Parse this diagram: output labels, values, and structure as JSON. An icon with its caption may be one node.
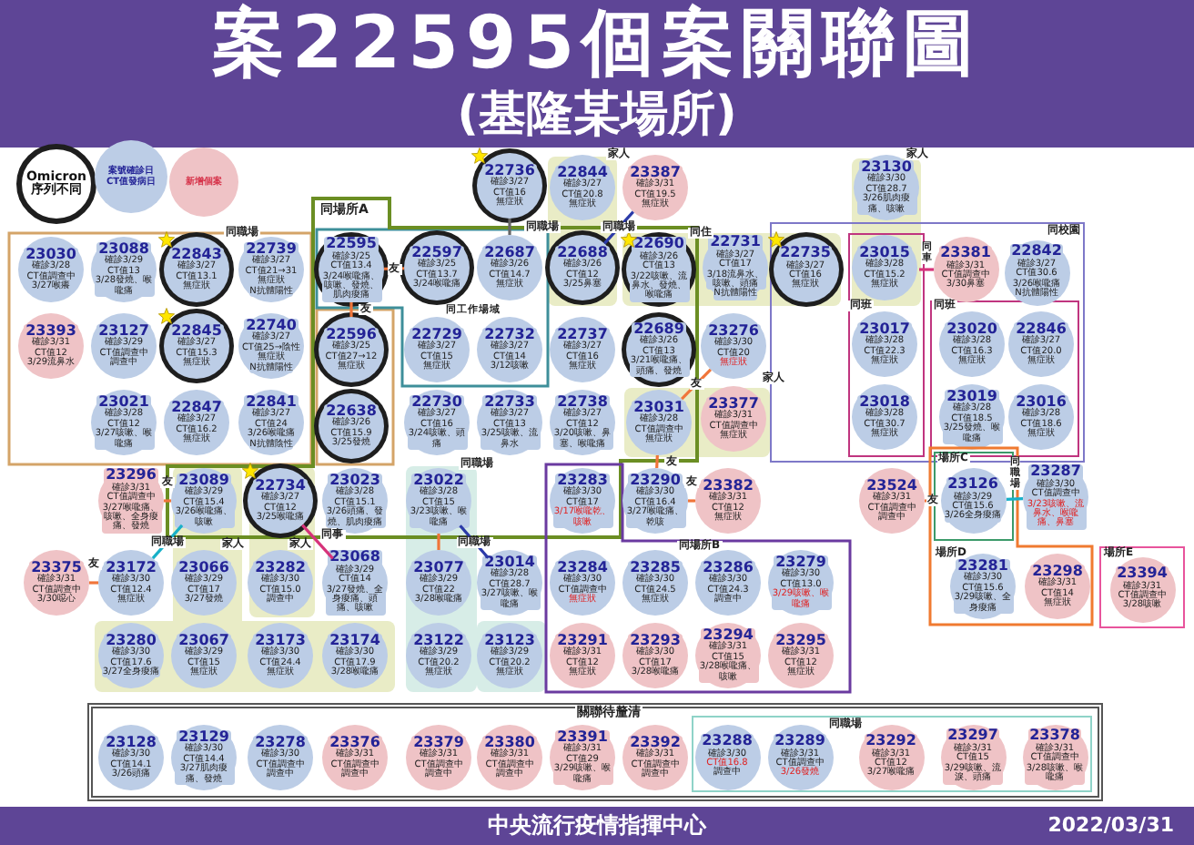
{
  "diagram": {
    "title": "案22595個案關聯圖",
    "nodes": [
      {
        "text": [
          "同場所A"
        ]
      },
      {
        "text": [
          "同校園"
        ]
      },
      {
        "text": [
          "同班"
        ],
        "in": 1
      },
      {
        "text": [
          "同班"
        ],
        "in": 1
      },
      {
        "text": [
          "場所D"
        ]
      },
      {
        "text": [
          "場所C"
        ],
        "in": 4
      },
      {
        "text": [
          "場所E"
        ]
      },
      {
        "text": [
          "同場所B"
        ]
      },
      {
        "text": [
          "關聯待釐清"
        ]
      },
      {
        "text": [
          "同職場"
        ],
        "in": 8
      },
      {
        "text": [
          "22736",
          "確診3/27",
          "CT值16",
          "無症狀"
        ]
      },
      {
        "text": [
          "22844",
          "確診3/27",
          "CT值20.8",
          "無症狀"
        ]
      },
      {
        "text": [
          "23387",
          "確診3/31",
          "CT值19.5",
          "無症狀"
        ]
      },
      {
        "text": [
          "23130",
          "確診3/30",
          "CT值28.7",
          "3/26肌肉痠痛、咳嗽"
        ]
      },
      {
        "text": [
          "23030",
          "確診3/28",
          "CT值調查中",
          "3/27喉癢"
        ]
      },
      {
        "text": [
          "23088",
          "確診3/29",
          "CT值13",
          "3/28發燒、喉嚨痛"
        ]
      },
      {
        "text": [
          "22843",
          "確診3/27",
          "CT值13.1",
          "無症狀"
        ]
      },
      {
        "text": [
          "22739",
          "確診3/27",
          "CT值21→31",
          "無症狀",
          "N抗體陽性"
        ]
      },
      {
        "text": [
          "22595",
          "確診3/25",
          "CT值13.4",
          "3/24喉嚨痛、咳嗽、發燒、肌肉痠痛"
        ],
        "in": 0
      },
      {
        "text": [
          "22597",
          "確診3/25",
          "CT值13.7",
          "3/24喉嚨痛"
        ],
        "in": 0
      },
      {
        "text": [
          "22687",
          "確診3/26",
          "CT值14.7",
          "無症狀"
        ],
        "in": 0
      },
      {
        "text": [
          "22688",
          "確診3/26",
          "CT值12",
          "3/25鼻塞"
        ],
        "in": 0
      },
      {
        "text": [
          "22690",
          "確診3/26",
          "CT值13",
          "3/22咳嗽、流鼻水、發燒、喉嚨痛"
        ],
        "in": 0
      },
      {
        "text": [
          "22731",
          "確診3/27",
          "CT值17",
          "3/18流鼻水、咳嗽、頭痛",
          "N抗體陽性"
        ]
      },
      {
        "text": [
          "22735",
          "確診3/27",
          "CT值16",
          "無症狀"
        ],
        "in": 1
      },
      {
        "text": [
          "23015",
          "確診3/28",
          "CT值15.2",
          "無症狀"
        ],
        "in": 2
      },
      {
        "text": [
          "23381",
          "確診3/31",
          "CT值調查中",
          "3/30鼻塞"
        ],
        "in": 1
      },
      {
        "text": [
          "22842",
          "確診3/27",
          "CT值30.6",
          "3/26喉嚨痛",
          "N抗體陽性"
        ],
        "in": 1
      },
      {
        "text": [
          "23393",
          "確診3/31",
          "CT值12",
          "3/29流鼻水"
        ]
      },
      {
        "text": [
          "23127",
          "確診3/29",
          "CT值調查中",
          "調查中"
        ]
      },
      {
        "text": [
          "22845",
          "確診3/27",
          "CT值15.3",
          "無症狀"
        ]
      },
      {
        "text": [
          "22740",
          "確診3/27",
          "CT值25→陰性",
          "無症狀",
          "N抗體陽性"
        ]
      },
      {
        "text": [
          "22596",
          "確診3/25",
          "CT值27→12",
          "無症狀"
        ],
        "in": 0
      },
      {
        "text": [
          "22729",
          "確診3/27",
          "CT值15",
          "無症狀"
        ],
        "in": 0
      },
      {
        "text": [
          "22732",
          "確診3/27",
          "CT值14",
          "3/12咳嗽"
        ],
        "in": 0
      },
      {
        "text": [
          "22737",
          "確診3/27",
          "CT值16",
          "無症狀"
        ],
        "in": 0
      },
      {
        "text": [
          "22689",
          "確診3/26",
          "CT值13",
          "3/21喉嚨痛、頭痛、發燒"
        ],
        "in": 0
      },
      {
        "text": [
          "23276",
          "確診3/30",
          "CT值20",
          "無症狀"
        ]
      },
      {
        "text": [
          "23017",
          "確診3/28",
          "CT值22.3",
          "無症狀"
        ],
        "in": 2
      },
      {
        "text": [
          "23020",
          "確診3/28",
          "CT值16.3",
          "無症狀"
        ],
        "in": 3
      },
      {
        "text": [
          "22846",
          "確診3/27",
          "CT值20.0",
          "無症狀"
        ],
        "in": 3
      },
      {
        "text": [
          "23021",
          "確診3/28",
          "CT值12",
          "3/27咳嗽、喉嚨痛"
        ]
      },
      {
        "text": [
          "22847",
          "確診3/27",
          "CT值16.2",
          "無症狀"
        ]
      },
      {
        "text": [
          "22841",
          "確診3/27",
          "CT值24",
          "3/26喉嚨痛",
          "N抗體陰性"
        ]
      },
      {
        "text": [
          "22638",
          "確診3/26",
          "CT值15.9",
          "3/25發燒"
        ],
        "in": 0
      },
      {
        "text": [
          "22730",
          "確診3/27",
          "CT值16",
          "3/24咳嗽、頭痛"
        ],
        "in": 0
      },
      {
        "text": [
          "22733",
          "確診3/27",
          "CT值13",
          "3/25咳嗽、流鼻水"
        ],
        "in": 0
      },
      {
        "text": [
          "22738",
          "確診3/27",
          "CT值12",
          "3/20咳嗽、鼻塞、喉嚨痛"
        ],
        "in": 0
      },
      {
        "text": [
          "23031",
          "確診3/28",
          "CT值調查中",
          "無症狀"
        ],
        "in": 0
      },
      {
        "text": [
          "23377",
          "確診3/31",
          "CT值調查中",
          "無症狀"
        ]
      },
      {
        "text": [
          "23018",
          "確診3/28",
          "CT值30.7",
          "無症狀"
        ],
        "in": 2
      },
      {
        "text": [
          "23019",
          "確診3/28",
          "CT值18.5",
          "3/25發燒、喉嚨痛"
        ],
        "in": 3
      },
      {
        "text": [
          "23016",
          "確診3/28",
          "CT值18.6",
          "無症狀"
        ],
        "in": 3
      },
      {
        "text": [
          "23296",
          "確診3/31",
          "CT值調查中",
          "3/27喉嚨痛、咳嗽、全身痠痛、發燒"
        ]
      },
      {
        "text": [
          "23089",
          "確診3/29",
          "CT值15.4",
          "3/26喉嚨痛、咳嗽"
        ],
        "in": 0
      },
      {
        "text": [
          "22734",
          "確診3/27",
          "CT值12",
          "3/25喉嚨痛"
        ],
        "in": 0
      },
      {
        "text": [
          "23023",
          "確診3/28",
          "CT值15.1",
          "3/26頭痛、發燒、肌肉痠痛"
        ],
        "in": 0
      },
      {
        "text": [
          "23022",
          "確診3/28",
          "CT值15",
          "3/23咳嗽、喉嚨痛"
        ],
        "in": 0
      },
      {
        "text": [
          "23283",
          "確診3/30",
          "CT值17",
          "3/17喉嚨乾、咳嗽"
        ]
      },
      {
        "text": [
          "23290",
          "確診3/30",
          "CT值16.4",
          "3/27喉嚨痛、乾咳"
        ]
      },
      {
        "text": [
          "23382",
          "確診3/31",
          "CT值12",
          "無症狀"
        ]
      },
      {
        "text": [
          "23524",
          "確診3/31",
          "CT值調查中",
          "調查中"
        ]
      },
      {
        "text": [
          "23126",
          "確診3/29",
          "CT值15.6",
          "3/26全身痠痛"
        ],
        "in": 5
      },
      {
        "text": [
          "23287",
          "確診3/30",
          "CT值調查中",
          "3/23咳嗽、流鼻水、喉嚨痛、鼻塞"
        ]
      },
      {
        "text": [
          "23375",
          "確診3/31",
          "CT值調查中",
          "3/30噁心"
        ]
      },
      {
        "text": [
          "23172",
          "確診3/30",
          "CT值12.4",
          "無症狀"
        ]
      },
      {
        "text": [
          "23066",
          "確診3/29",
          "CT值17",
          "3/27發燒"
        ]
      },
      {
        "text": [
          "23282",
          "確診3/30",
          "CT值15.0",
          "調查中"
        ]
      },
      {
        "text": [
          "23068",
          "確診3/29",
          "CT值14",
          "3/27發燒、全身痠痛、頭痛、咳嗽"
        ]
      },
      {
        "text": [
          "23077",
          "確診3/29",
          "CT值22",
          "3/28喉嚨痛"
        ]
      },
      {
        "text": [
          "23014",
          "確診3/28",
          "CT值28.7",
          "3/27咳嗽、喉嚨痛"
        ]
      },
      {
        "text": [
          "23284",
          "確診3/30",
          "CT值調查中",
          "無症狀"
        ],
        "in": 7
      },
      {
        "text": [
          "23285",
          "確診3/30",
          "CT值24.5",
          "無症狀"
        ],
        "in": 7
      },
      {
        "text": [
          "23286",
          "確診3/30",
          "CT值24.3",
          "調查中"
        ],
        "in": 7
      },
      {
        "text": [
          "23279",
          "確診3/30",
          "CT值13.0",
          "3/29咳嗽、喉嚨痛"
        ],
        "in": 7
      },
      {
        "text": [
          "23281",
          "確診3/30",
          "CT值15.6",
          "3/29咳嗽、全身痠痛"
        ],
        "in": 4
      },
      {
        "text": [
          "23298",
          "確診3/31",
          "CT值14",
          "無症狀"
        ],
        "in": 4
      },
      {
        "text": [
          "23394",
          "確診3/31",
          "CT值調查中",
          "3/28咳嗽"
        ],
        "in": 6
      },
      {
        "text": [
          "23280",
          "確診3/30",
          "CT值17.6",
          "3/27全身痠痛"
        ]
      },
      {
        "text": [
          "23067",
          "確診3/29",
          "CT值15",
          "無症狀"
        ]
      },
      {
        "text": [
          "23173",
          "確診3/30",
          "CT值24.4",
          "無症狀"
        ]
      },
      {
        "text": [
          "23174",
          "確診3/30",
          "CT值17.9",
          "3/28喉嚨痛"
        ]
      },
      {
        "text": [
          "23122",
          "確診3/29",
          "CT值20.2",
          "無症狀"
        ]
      },
      {
        "text": [
          "23123",
          "確診3/29",
          "CT值20.2",
          "無症狀"
        ]
      },
      {
        "text": [
          "23291",
          "確診3/31",
          "CT值12",
          "無症狀"
        ],
        "in": 7
      },
      {
        "text": [
          "23293",
          "確診3/30",
          "CT值17",
          "3/28喉嚨痛"
        ],
        "in": 7
      },
      {
        "text": [
          "23294",
          "確診3/31",
          "CT值15",
          "3/28喉嚨痛、咳嗽"
        ],
        "in": 7
      },
      {
        "text": [
          "23295",
          "確診3/31",
          "CT值12",
          "無症狀"
        ],
        "in": 7
      },
      {
        "text": [
          "23128",
          "確診3/30",
          "CT值14.1",
          "3/26頭痛"
        ],
        "in": 8
      },
      {
        "text": [
          "23129",
          "確診3/30",
          "CT值14.4",
          "3/27肌肉痠痛、發燒"
        ],
        "in": 8
      },
      {
        "text": [
          "23278",
          "確診3/30",
          "CT值調查中",
          "調查中"
        ],
        "in": 8
      },
      {
        "text": [
          "23376",
          "確診3/31",
          "CT值調查中",
          "調查中"
        ],
        "in": 8
      },
      {
        "text": [
          "23379",
          "確診3/31",
          "CT值調查中",
          "調查中"
        ],
        "in": 8
      },
      {
        "text": [
          "23380",
          "確診3/31",
          "CT值調查中",
          "調查中"
        ],
        "in": 8
      },
      {
        "text": [
          "23391",
          "確診3/31",
          "CT值29",
          "3/29咳嗽、喉嚨痛"
        ],
        "in": 8
      },
      {
        "text": [
          "23392",
          "確診3/31",
          "CT值調查中",
          "調查中"
        ],
        "in": 8
      },
      {
        "text": [
          "23288",
          "確診3/30",
          "CT值16.8",
          "調查中"
        ],
        "in": 9
      },
      {
        "text": [
          "23289",
          "確診3/31",
          "CT值調查中",
          "3/26發燒"
        ],
        "in": 9
      },
      {
        "text": [
          "23292",
          "確診3/31",
          "CT值12",
          "3/27喉嚨痛"
        ],
        "in": 9
      },
      {
        "text": [
          "23297",
          "確診3/31",
          "CT值15",
          "3/29咳嗽、流淚、頭痛"
        ],
        "in": 9
      },
      {
        "text": [
          "23378",
          "確診3/31",
          "CT值調查中",
          "3/28咳嗽、喉嚨痛"
        ],
        "in": 9
      }
    ],
    "edges": [
      {
        "from": 18,
        "to": 19,
        "arrow": "none",
        "label": "友"
      },
      {
        "from": 18,
        "to": 32,
        "arrow": "none",
        "label": "友"
      },
      {
        "from": 10,
        "to": 20,
        "arrow": "none",
        "label": "同職場",
        "color": "#666666"
      },
      {
        "from": 21,
        "to": 12,
        "arrow": "none",
        "label": "同職場",
        "color": "#2b3aa8"
      },
      {
        "from": 48,
        "to": 37,
        "arrow": "none",
        "label": "友"
      },
      {
        "from": 48,
        "to": 59,
        "arrow": "none",
        "label": "友"
      },
      {
        "from": 59,
        "to": 60,
        "arrow": "none",
        "label": "友"
      },
      {
        "from": 53,
        "to": 54,
        "arrow": "none",
        "label": "友"
      },
      {
        "from": 64,
        "to": 65,
        "arrow": "none",
        "label": "友"
      },
      {
        "from": 65,
        "to": 54,
        "arrow": "none",
        "label": "同職場",
        "color": "#18b0c8"
      },
      {
        "from": 55,
        "to": 68,
        "arrow": "none",
        "label": "同事",
        "color": "#d6337a"
      },
      {
        "from": 57,
        "to": 69,
        "arrow": "none"
      },
      {
        "from": 57,
        "to": 70,
        "arrow": "none",
        "label": "同職場",
        "color": "#2b3aa8"
      },
      {
        "from": 25,
        "to": 26,
        "arrow": "none",
        "label": "同車",
        "color": "#d6337a"
      },
      {
        "from": 61,
        "to": 62,
        "arrow": "none",
        "label": "友"
      },
      {
        "from": 62,
        "to": 63,
        "arrow": "none",
        "label": "同職場",
        "color": "#18b0c8"
      }
    ],
    "labels": [
      "(基隆某場所)",
      "家人",
      "家人",
      "同職場",
      "同住",
      "同工作場域",
      "家人",
      "同職場",
      "家人",
      "家人",
      "中央流行疫情指揮中心",
      "2022/03/31"
    ],
    "legend": [
      {
        "text": "Omicron 序列不同"
      },
      {
        "text": "案號確診日CT值發病日",
        "color": "#bccde6"
      },
      {
        "text": "新增個案",
        "color": "#efc3c6"
      }
    ]
  }
}
